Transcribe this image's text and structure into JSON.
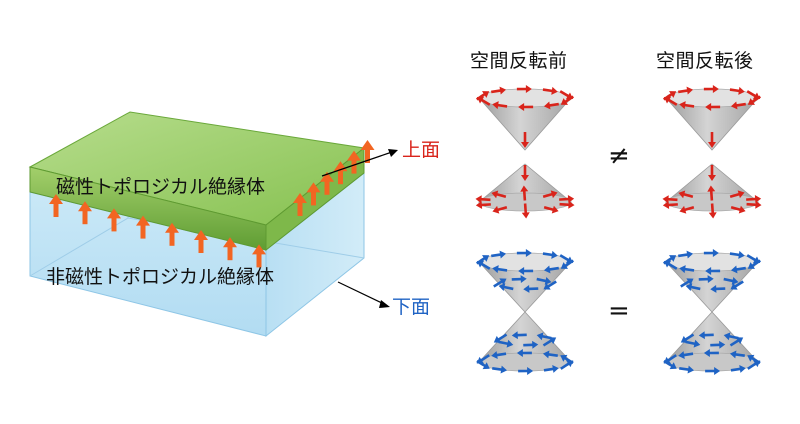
{
  "slab": {
    "magnetic_layer_label": "磁性トポロジカル絶縁体",
    "nonmagnetic_layer_label": "非磁性トポロジカル絶縁体",
    "top_color": "#7dbb43",
    "bottom_color": "#bfe3f5",
    "spin_arrow_color": "#f26522"
  },
  "surfaces": {
    "top_label": "上面",
    "top_color": "#d9241b",
    "bottom_label": "下面",
    "bottom_color": "#1f63c4"
  },
  "columns": {
    "before_title": "空間反転前",
    "after_title": "空間反転後"
  },
  "relations": {
    "top_relation": "≠",
    "bottom_relation": "="
  },
  "cone_color": "#b5b5b5"
}
